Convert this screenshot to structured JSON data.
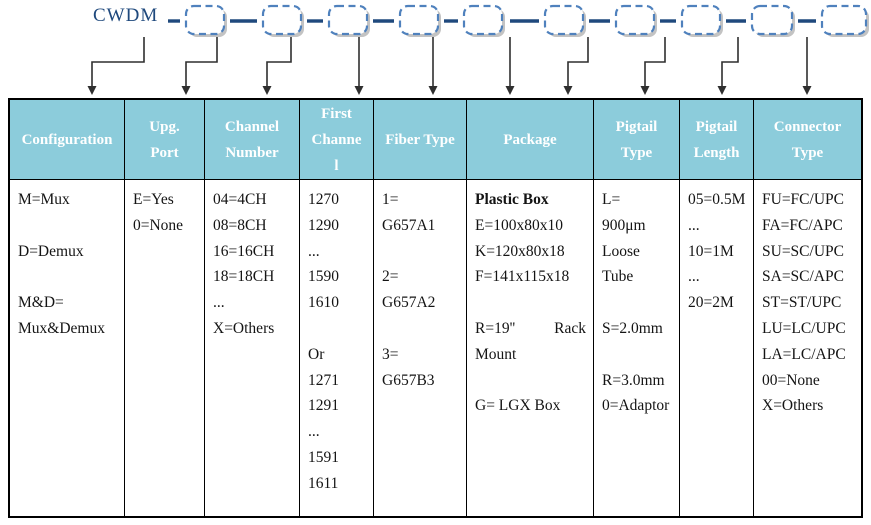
{
  "diagram": {
    "label": "CWDM",
    "box_count": 10,
    "colors": {
      "label_and_dash": "#1F497D",
      "box_border": "#4F81BD",
      "box_shadow": "#B9B9B9",
      "arrow": "#2F2F2F",
      "header_bg": "#8CCCDB",
      "header_text": "#FFFFFF",
      "table_border": "#000000"
    }
  },
  "table": {
    "columns": [
      {
        "id": "configuration",
        "header": [
          "Configuration"
        ],
        "width": 115,
        "lines": [
          "M=Mux",
          "",
          "D=Demux",
          "",
          "M&D=",
          "Mux&Demux"
        ]
      },
      {
        "id": "upg-port",
        "header": [
          "Upg.",
          "Port"
        ],
        "width": 80,
        "lines": [
          "E=Yes",
          "0=None"
        ]
      },
      {
        "id": "channel-number",
        "header": [
          "Channel",
          "Number"
        ],
        "width": 95,
        "lines": [
          "04=4CH",
          "08=8CH",
          "16=16CH",
          "18=18CH",
          "...",
          "X=Others"
        ]
      },
      {
        "id": "first-channel",
        "header": [
          "First",
          "Channe",
          "l"
        ],
        "width": 74,
        "lines": [
          "1270",
          "1290",
          "...",
          "1590",
          "1610",
          "",
          "Or",
          "1271",
          "1291",
          "...",
          "1591",
          "1611"
        ]
      },
      {
        "id": "fiber-type",
        "header": [
          "Fiber Type"
        ],
        "width": 93,
        "lines": [
          "1=",
          "G657A1",
          "",
          "2=",
          "G657A2",
          "",
          "3=",
          "G657B3"
        ]
      },
      {
        "id": "package",
        "header": [
          "Package"
        ],
        "width": 127,
        "lines": [
          {
            "text": "Plastic Box",
            "bold": true
          },
          "E=100x80x10",
          "K=120x80x18",
          "F=141x115x18",
          "",
          {
            "left": "R=19''",
            "right": "Rack"
          },
          "Mount",
          "",
          "G= LGX Box"
        ]
      },
      {
        "id": "pigtail-type",
        "header": [
          "Pigtail",
          "Type"
        ],
        "width": 86,
        "lines": [
          "L=",
          "900μm",
          "Loose",
          "Tube",
          "",
          "S=2.0mm",
          "",
          "R=3.0mm",
          "0=Adaptor"
        ]
      },
      {
        "id": "pigtail-length",
        "header": [
          "Pigtail",
          "Length"
        ],
        "width": 74,
        "lines": [
          "05=0.5M",
          "...",
          "10=1M",
          "...",
          "20=2M"
        ]
      },
      {
        "id": "connector-type",
        "header": [
          "Connector",
          "Type"
        ],
        "width": 111,
        "lines": [
          "FU=FC/UPC",
          "FA=FC/APC",
          "SU=SC/UPC",
          "SA=SC/APC",
          "ST=ST/UPC",
          "LU=LC/UPC",
          "LA=LC/APC",
          "00=None",
          "X=Others"
        ]
      }
    ]
  }
}
